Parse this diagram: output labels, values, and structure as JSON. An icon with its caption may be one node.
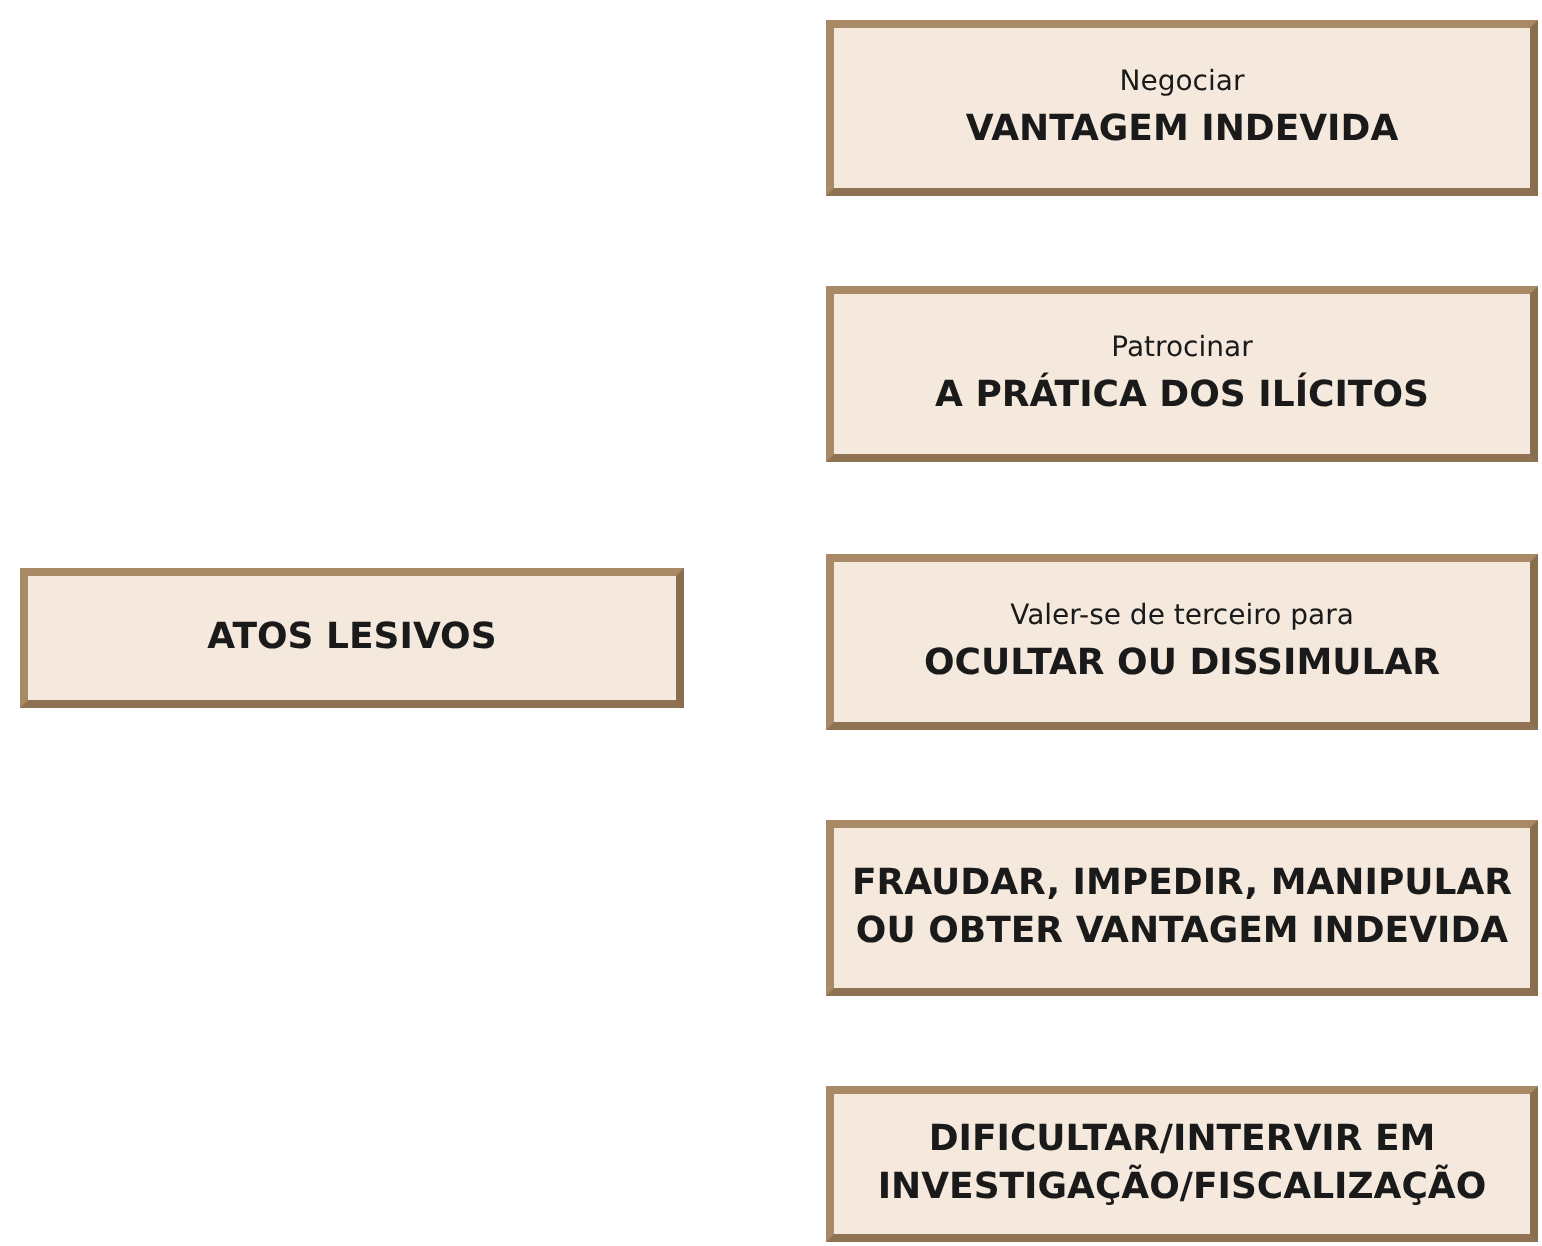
{
  "diagram": {
    "nodes": [
      {
        "text": [
          "ATOS LESIVOS"
        ]
      },
      {
        "text": [
          "Negociar",
          "VANTAGEM INDEVIDA"
        ]
      },
      {
        "text": [
          "Patrocinar",
          "A PRÁTICA DOS ILÍCITOS"
        ]
      },
      {
        "text": [
          "Valer-se de terceiro para",
          "OCULTAR OU DISSIMULAR"
        ]
      },
      {
        "text": [
          "FRAUDAR, IMPEDIR, MANIPULAR OU OBTER VANTAGEM INDEVIDA"
        ]
      },
      {
        "text": [
          "DIFICULTAR/INTERVIR EM INVESTIGAÇÃO/FISCALIZAÇÃO"
        ]
      }
    ]
  }
}
